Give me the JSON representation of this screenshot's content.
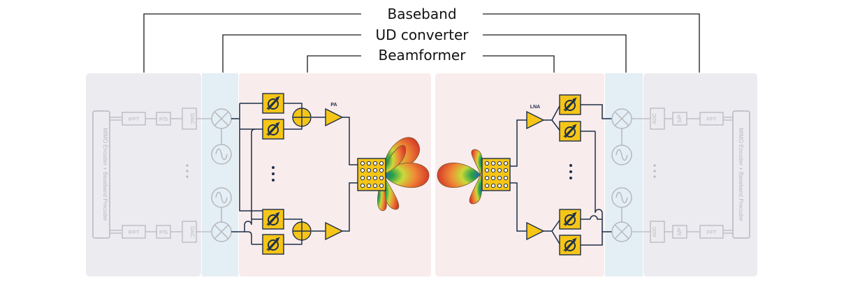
{
  "header": {
    "baseband": "Baseband",
    "ud_converter": "UD converter",
    "beamformer": "Beamformer"
  },
  "tx": {
    "precoder_label": "MIMO Encoder + Baseband Precoder",
    "chains": [
      {
        "ifft": "IFFT",
        "ps": "P/S",
        "dac": "DAC"
      },
      {
        "ifft": "IFFT",
        "ps": "P/S",
        "dac": "DAC"
      }
    ],
    "amp_label": "PA"
  },
  "rx": {
    "decoder_label": "MIMO Encoder + Baseband Precoder",
    "chains": [
      {
        "adc": "ADC",
        "sp": "S/P",
        "fft": "FFT"
      },
      {
        "adc": "ADC",
        "sp": "S/P",
        "fft": "FFT"
      }
    ],
    "amp_label": "LNA"
  },
  "colors": {
    "baseband_bg": "#ecebf0",
    "converter_bg": "#e4eef5",
    "beamformer_bg": "#f9ecec",
    "component_yellow": "#f5c518",
    "wire": "#1c2e4a",
    "faded": "#b7b7bf"
  }
}
